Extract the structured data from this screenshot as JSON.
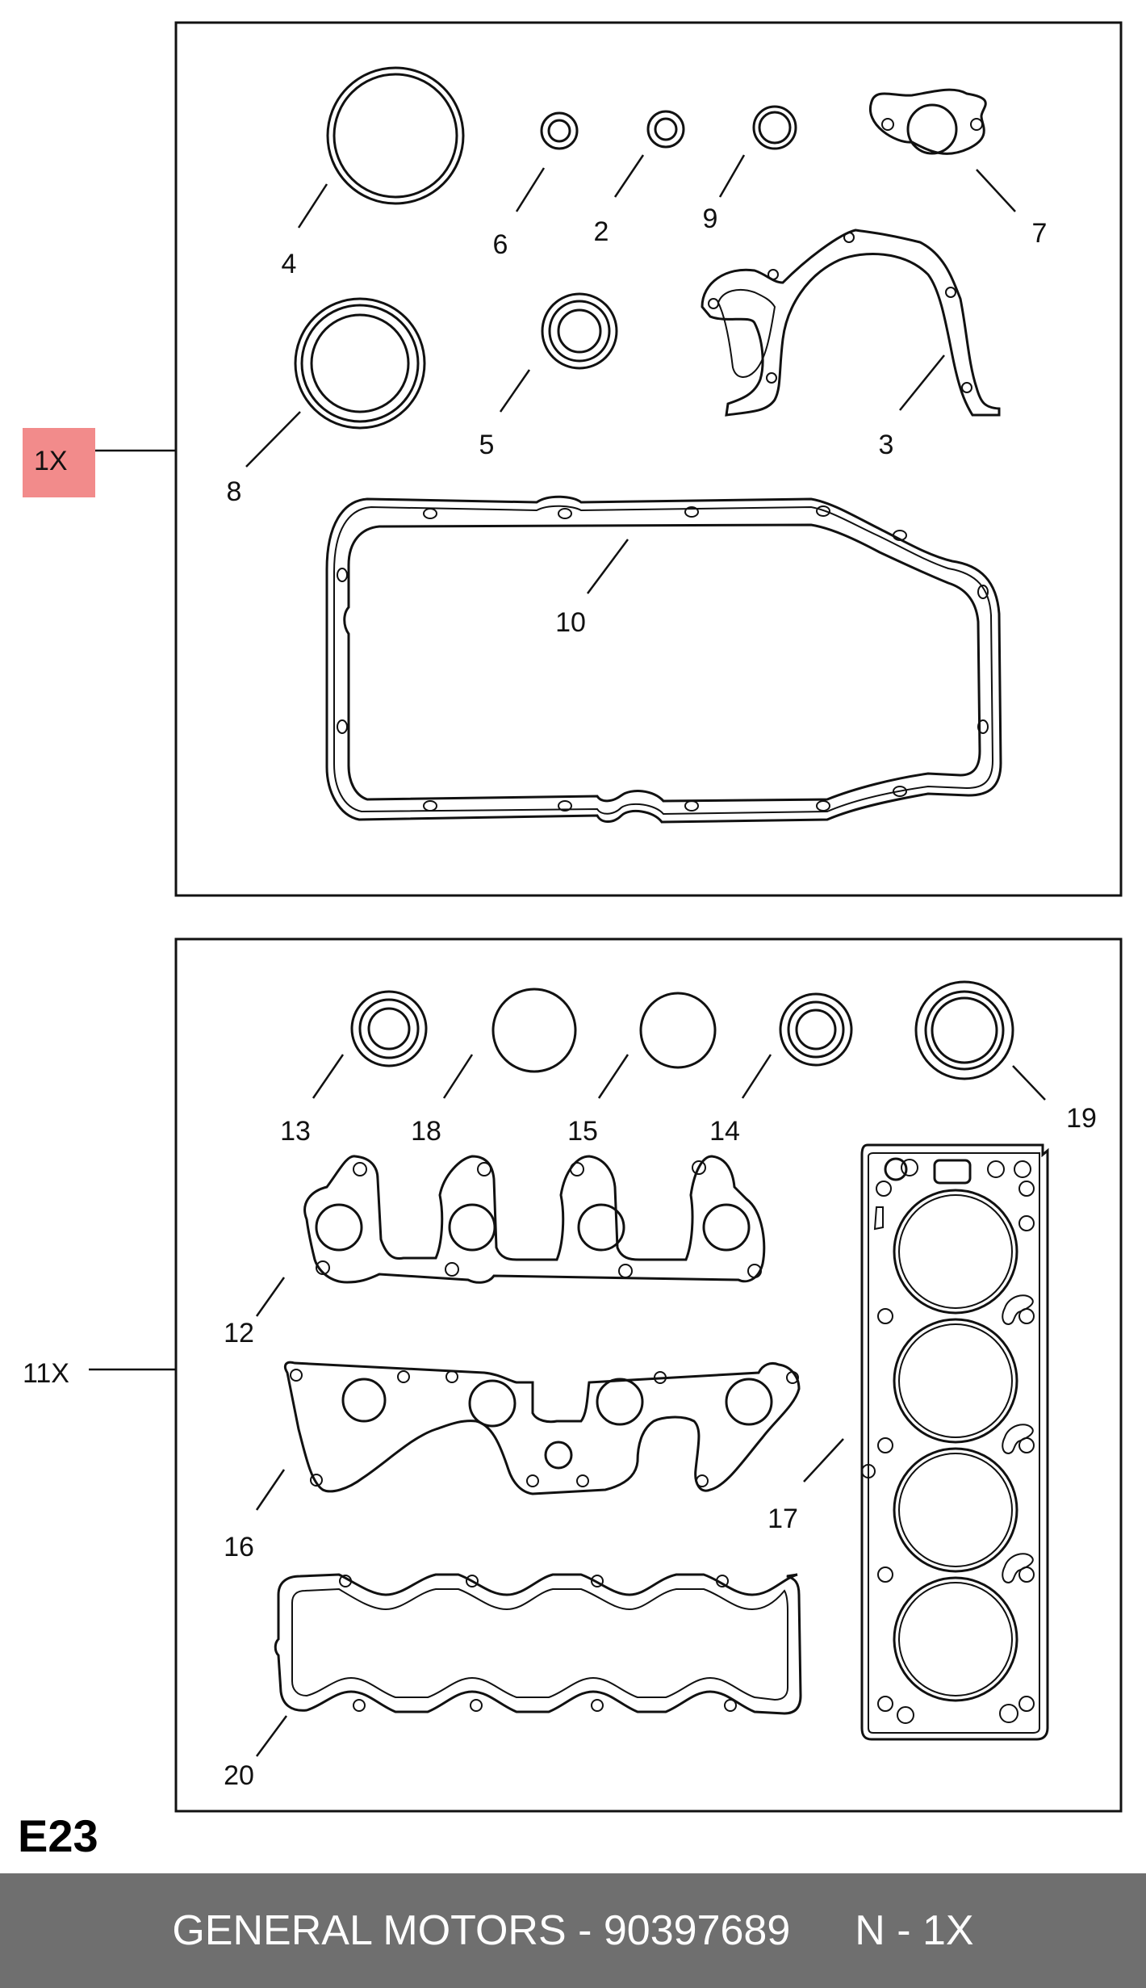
{
  "section_code": "E23",
  "groups": [
    {
      "qty_label": "1X",
      "highlight_color": "#f28b8b"
    },
    {
      "qty_label": "11X"
    }
  ],
  "callouts": {
    "c4": "4",
    "c6": "6",
    "c2": "2",
    "c9": "9",
    "c7": "7",
    "c8": "8",
    "c5": "5",
    "c3": "3",
    "c10": "10",
    "c13": "13",
    "c18": "18",
    "c15": "15",
    "c14": "14",
    "c19": "19",
    "c12": "12",
    "c16": "16",
    "c17": "17",
    "c20": "20"
  },
  "footer": {
    "part_info": "GENERAL MOTORS - 90397689",
    "quantity": "N - 1X"
  },
  "colors": {
    "footer_bg": "#6f6f6f",
    "highlight": "#f28b8b"
  }
}
